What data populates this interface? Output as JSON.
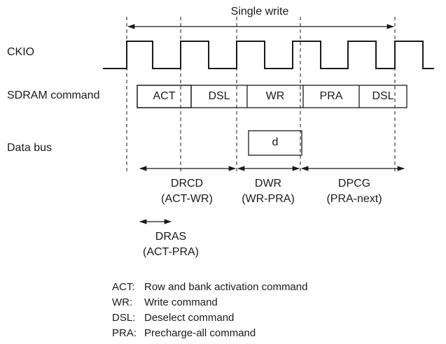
{
  "title": "Single write",
  "signals": {
    "clock": "CKIO",
    "command": "SDRAM command",
    "data": "Data bus"
  },
  "commands": [
    "ACT",
    "DSL",
    "WR",
    "PRA",
    "DSL"
  ],
  "data_cell": "d",
  "intervals": [
    {
      "name": "DRCD",
      "desc": "(ACT-WR)"
    },
    {
      "name": "DWR",
      "desc": "(WR-PRA)"
    },
    {
      "name": "DPCG",
      "desc": "(PRA-next)"
    }
  ],
  "dras": {
    "name": "DRAS",
    "desc": "(ACT-PRA)"
  },
  "legend": [
    {
      "key": "ACT:",
      "text": "Row and bank activation command"
    },
    {
      "key": "WR:",
      "text": "Write command"
    },
    {
      "key": "DSL:",
      "text": "Deselect command"
    },
    {
      "key": "PRA:",
      "text": "Precharge-all command"
    }
  ]
}
